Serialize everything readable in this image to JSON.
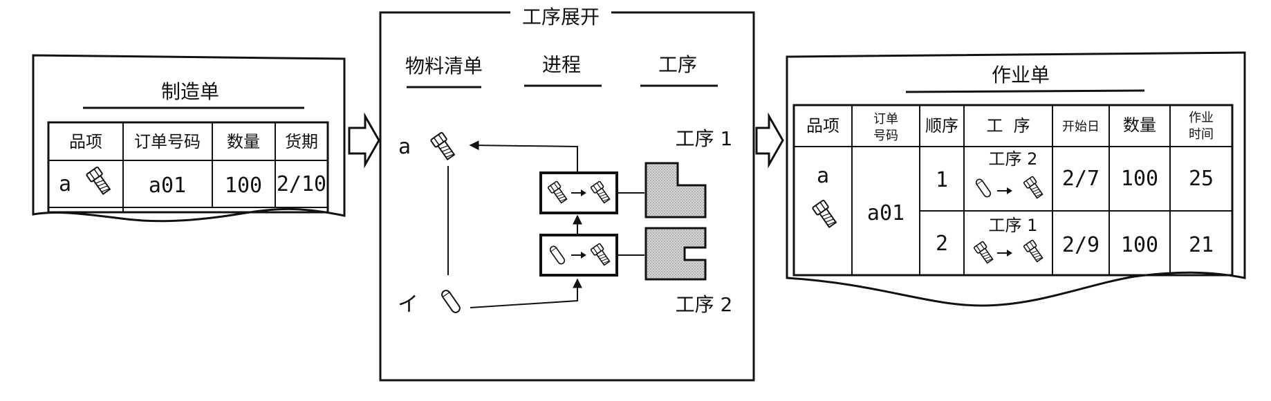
{
  "manufacturing_order": {
    "title": "制造单",
    "headers": [
      "品项",
      "订单号码",
      "数量",
      "货期"
    ],
    "row": {
      "item": "a",
      "order_no": "a01",
      "quantity": "100",
      "due": "2/10"
    }
  },
  "process_expansion": {
    "title": "工序展开",
    "columns": [
      "物料清单",
      "进程",
      "工序"
    ],
    "bom_top": "a",
    "bom_bottom": "イ",
    "process_1": "工序 1",
    "process_2": "工序 2"
  },
  "work_order": {
    "title": "作业单",
    "headers": {
      "item": "品项",
      "order_no_1": "订单",
      "order_no_2": "号码",
      "sequence": "顺序",
      "process": "工  序",
      "start_date": "开始日",
      "quantity": "数量",
      "work_time_1": "作业",
      "work_time_2": "时间"
    },
    "item": "a",
    "order_no": "a01",
    "rows": [
      {
        "sequence": "1",
        "process": "工序 2",
        "start": "2/7",
        "quantity": "100",
        "time": "25"
      },
      {
        "sequence": "2",
        "process": "工序 1",
        "start": "2/9",
        "quantity": "100",
        "time": "21"
      }
    ]
  }
}
